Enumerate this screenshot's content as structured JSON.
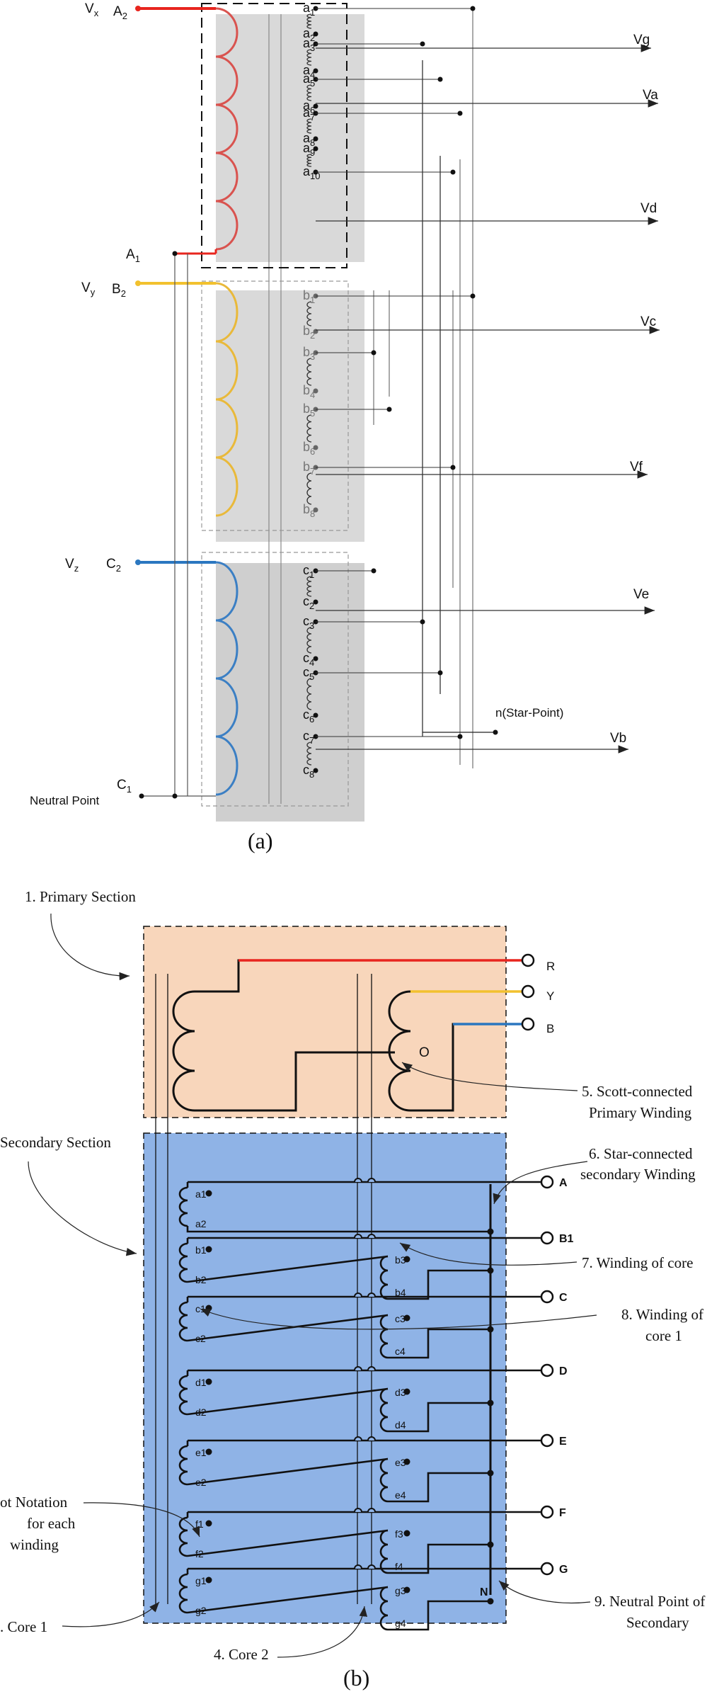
{
  "colors": {
    "phase_x": "#e8251e",
    "phase_y": "#f2c12e",
    "phase_z": "#2b77c0",
    "coil_x": "#d9534f",
    "coil_y": "#e9b93a",
    "coil_z": "#3b7fc4",
    "primary_fill": "#f8d6bb",
    "secondary_fill": "#8fb3e6",
    "core_fill": "#d9d9d9"
  },
  "part_a": {
    "caption": "(a)",
    "primary_labels": {
      "vx": "V",
      "vx_sub": "x",
      "a2": "A",
      "a2_sub": "2",
      "a1": "A",
      "a1_sub": "1",
      "vy": "V",
      "vy_sub": "y",
      "b2": "B",
      "b2_sub": "2",
      "vz": "V",
      "vz_sub": "z",
      "c2": "C",
      "c2_sub": "2",
      "c1": "C",
      "c1_sub": "1",
      "neutral": "Neutral Point"
    },
    "taps_a": [
      "a",
      "1",
      "a",
      "2",
      "a",
      "3",
      "a",
      "4",
      "a",
      "5",
      "a",
      "6",
      "a",
      "7",
      "a",
      "8",
      "a",
      "9",
      "a",
      "10"
    ],
    "taps_b": [
      "b",
      "1",
      "b",
      "2",
      "b",
      "3",
      "b",
      "4",
      "b",
      "5",
      "b",
      "6",
      "b",
      "7",
      "b",
      "8"
    ],
    "taps_c": [
      "c",
      "1",
      "c",
      "2",
      "c",
      "3",
      "c",
      "4",
      "c",
      "5",
      "c",
      "6",
      "c",
      "7",
      "c",
      "8"
    ],
    "outputs": [
      "Vg",
      "Va",
      "Vd",
      "Vc",
      "Vf",
      "Ve",
      "Vb"
    ],
    "star_point": "n(Star-Point)"
  },
  "part_b": {
    "caption": "(b)",
    "callouts": {
      "primary_section": "1. Primary Section",
      "secondary_section": "Secondary Section",
      "scott_1": "5. Scott-connected",
      "scott_2": "Primary Winding",
      "star_1": "6. Star-connected",
      "star_2": "secondary Winding",
      "winding_core2": "7. Winding of core",
      "winding_core1_1": "8. Winding of",
      "winding_core1_2": "core 1",
      "dot_1": "ot Notation",
      "dot_2": "for each",
      "dot_3": "winding",
      "core1": ". Core 1",
      "core2": "4. Core 2",
      "neutral_1": "9. Neutral Point of",
      "neutral_2": "Secondary"
    },
    "primary_terminals": [
      "R",
      "Y",
      "B"
    ],
    "center_tap": "O",
    "secondary_terminals": [
      "A",
      "B1",
      "C",
      "D",
      "E",
      "F",
      "G"
    ],
    "neutral_terminal": "N",
    "windings_core1": [
      [
        "a1",
        "a2"
      ],
      [
        "b1",
        "b2"
      ],
      [
        "c1",
        "c2"
      ],
      [
        "d1",
        "d2"
      ],
      [
        "e1",
        "e2"
      ],
      [
        "f1",
        "f2"
      ],
      [
        "g1",
        "g2"
      ]
    ],
    "windings_core2": [
      [
        "b3",
        "b4"
      ],
      [
        "c3",
        "c4"
      ],
      [
        "d3",
        "d4"
      ],
      [
        "e3",
        "e4"
      ],
      [
        "f3",
        "f4"
      ],
      [
        "g3",
        "g4"
      ]
    ]
  }
}
